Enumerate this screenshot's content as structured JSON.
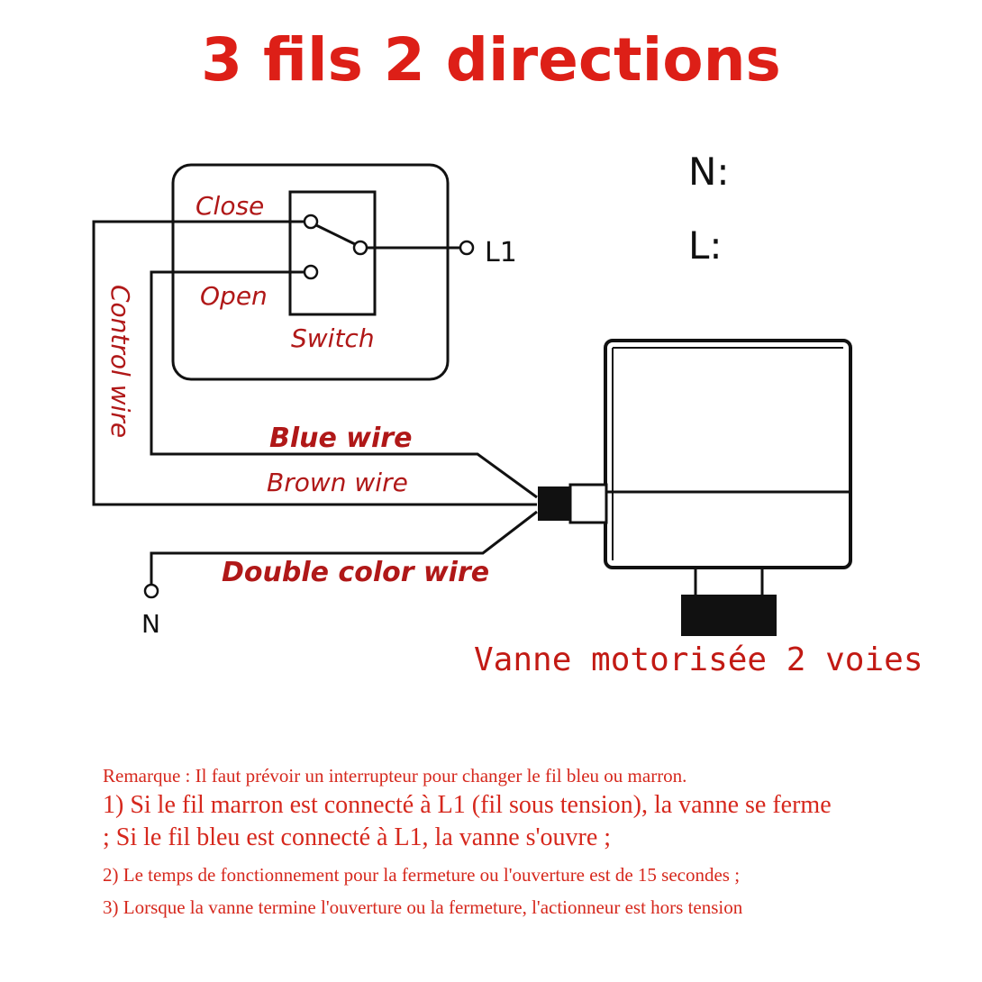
{
  "title": "3 fils 2 directions",
  "diagram": {
    "supply_n_label": "N:",
    "supply_l_label": "L:",
    "l1_label": "L1",
    "n_terminal_label": "N",
    "close_label": "Close",
    "open_label": "Open",
    "switch_label": "Switch",
    "control_wire_label": "Control wire",
    "blue_wire_label": "Blue wire",
    "brown_wire_label": "Brown wire",
    "double_color_wire_label": "Double color wire",
    "valve_caption": "Vanne motorisée 2 voies",
    "colors": {
      "title": "#dd1f17",
      "label_red": "#b01818",
      "wire": "#111111",
      "note": "#d6281d"
    }
  },
  "notes": {
    "remark": "Remarque : Il faut prévoir un interrupteur pour changer le fil bleu ou marron.",
    "item1_line1": "1) Si le fil marron est connecté à L1 (fil sous tension), la vanne se ferme",
    "item1_line2": "; Si le fil bleu est connecté à L1, la vanne s'ouvre ;",
    "item2": "2) Le temps de fonctionnement pour la fermeture ou l'ouverture est de 15 secondes ;",
    "item3": "3) Lorsque la vanne termine l'ouverture ou la fermeture, l'actionneur est hors tension"
  }
}
